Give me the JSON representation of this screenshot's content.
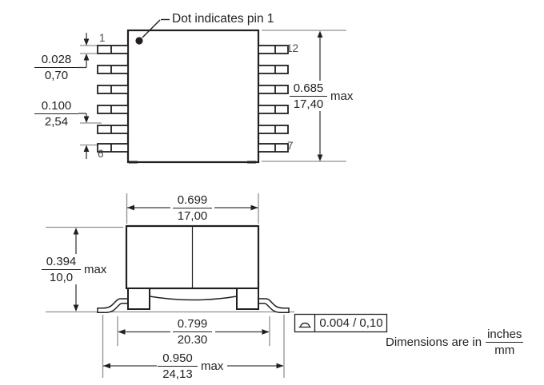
{
  "note": {
    "text": "Dot indicates pin 1"
  },
  "top_view": {
    "pins": {
      "p1": "1",
      "p6": "6",
      "p12": "12",
      "p7": "7"
    },
    "dims": {
      "lead_width": {
        "in": "0.028",
        "mm": "0,70"
      },
      "lead_pitch": {
        "in": "0.100",
        "mm": "2,54"
      },
      "body_length": {
        "in": "0.685",
        "mm": "17,40",
        "suffix": "max"
      }
    }
  },
  "side_view": {
    "dims": {
      "body_width": {
        "in": "0.699",
        "mm": "17,00"
      },
      "height": {
        "in": "0.394",
        "mm": "10,0",
        "suffix": "max"
      },
      "lead_span": {
        "in": "0.799",
        "mm": "20.30"
      },
      "overall": {
        "in": "0.950",
        "mm": "24,13",
        "suffix": "max"
      }
    },
    "callout": {
      "symbol": "seating-plane-flatness",
      "value": "0.004 / 0,10"
    }
  },
  "footer": {
    "prefix": "Dimensions are in",
    "unit_top": "inches",
    "unit_bottom": "mm"
  },
  "colors": {
    "object_line": "#231f20",
    "dimension_line": "#3c3c3e",
    "extension_line": "#8e9093",
    "background": "#ffffff"
  }
}
